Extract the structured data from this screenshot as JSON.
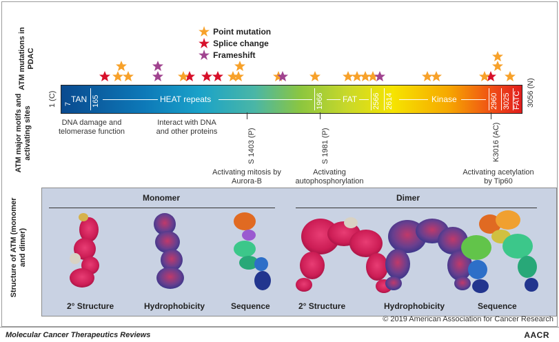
{
  "row_labels": {
    "mutations": "ATM mutations in PDAC",
    "motifs": "ATM major motifs and activating sites",
    "structure": "Structure of ATM (monomer and dimer)"
  },
  "legend": [
    {
      "label": "Point mutation",
      "color": "#f7a12a"
    },
    {
      "label": "Splice change",
      "color": "#d7102a"
    },
    {
      "label": "Frameshift",
      "color": "#a0438f"
    }
  ],
  "bar": {
    "n_terminus": "1 (C)",
    "c_terminus": "3056 (N)",
    "tan": "TAN",
    "tan_start": "7",
    "pos_165": "165",
    "heat": "HEAT repeats",
    "pos_1966": "1966",
    "fat": "FAT",
    "pos_2566": "2566",
    "pos_2614": "2614",
    "kinase": "Kinase",
    "pos_2960": "2960",
    "pos_3025": "3025",
    "fatc": "FATC"
  },
  "sites": {
    "s1403": "S 1403 (P)",
    "s1981": "S 1981 (P)",
    "k3016": "K3016 (AC)"
  },
  "notes": {
    "dna_damage": "DNA damage and telomerase function",
    "interact": "Interact with DNA and other proteins",
    "mitosis": "Activating mitosis by Aurora-B",
    "autophos": "Activating autophosphorylation",
    "acetylation": "Activating acetylation by Tip60"
  },
  "structure": {
    "monomer": "Monomer",
    "dimer": "Dimer",
    "captions": [
      "2° Structure",
      "Hydrophobicity",
      "Sequence",
      "2° Structure",
      "Hydrophobicity",
      "Sequence"
    ]
  },
  "copyright": "© 2019 American Association for Cancer Research",
  "journal": "Molecular Cancer Therapeutics Reviews",
  "publisher": "AACR"
}
